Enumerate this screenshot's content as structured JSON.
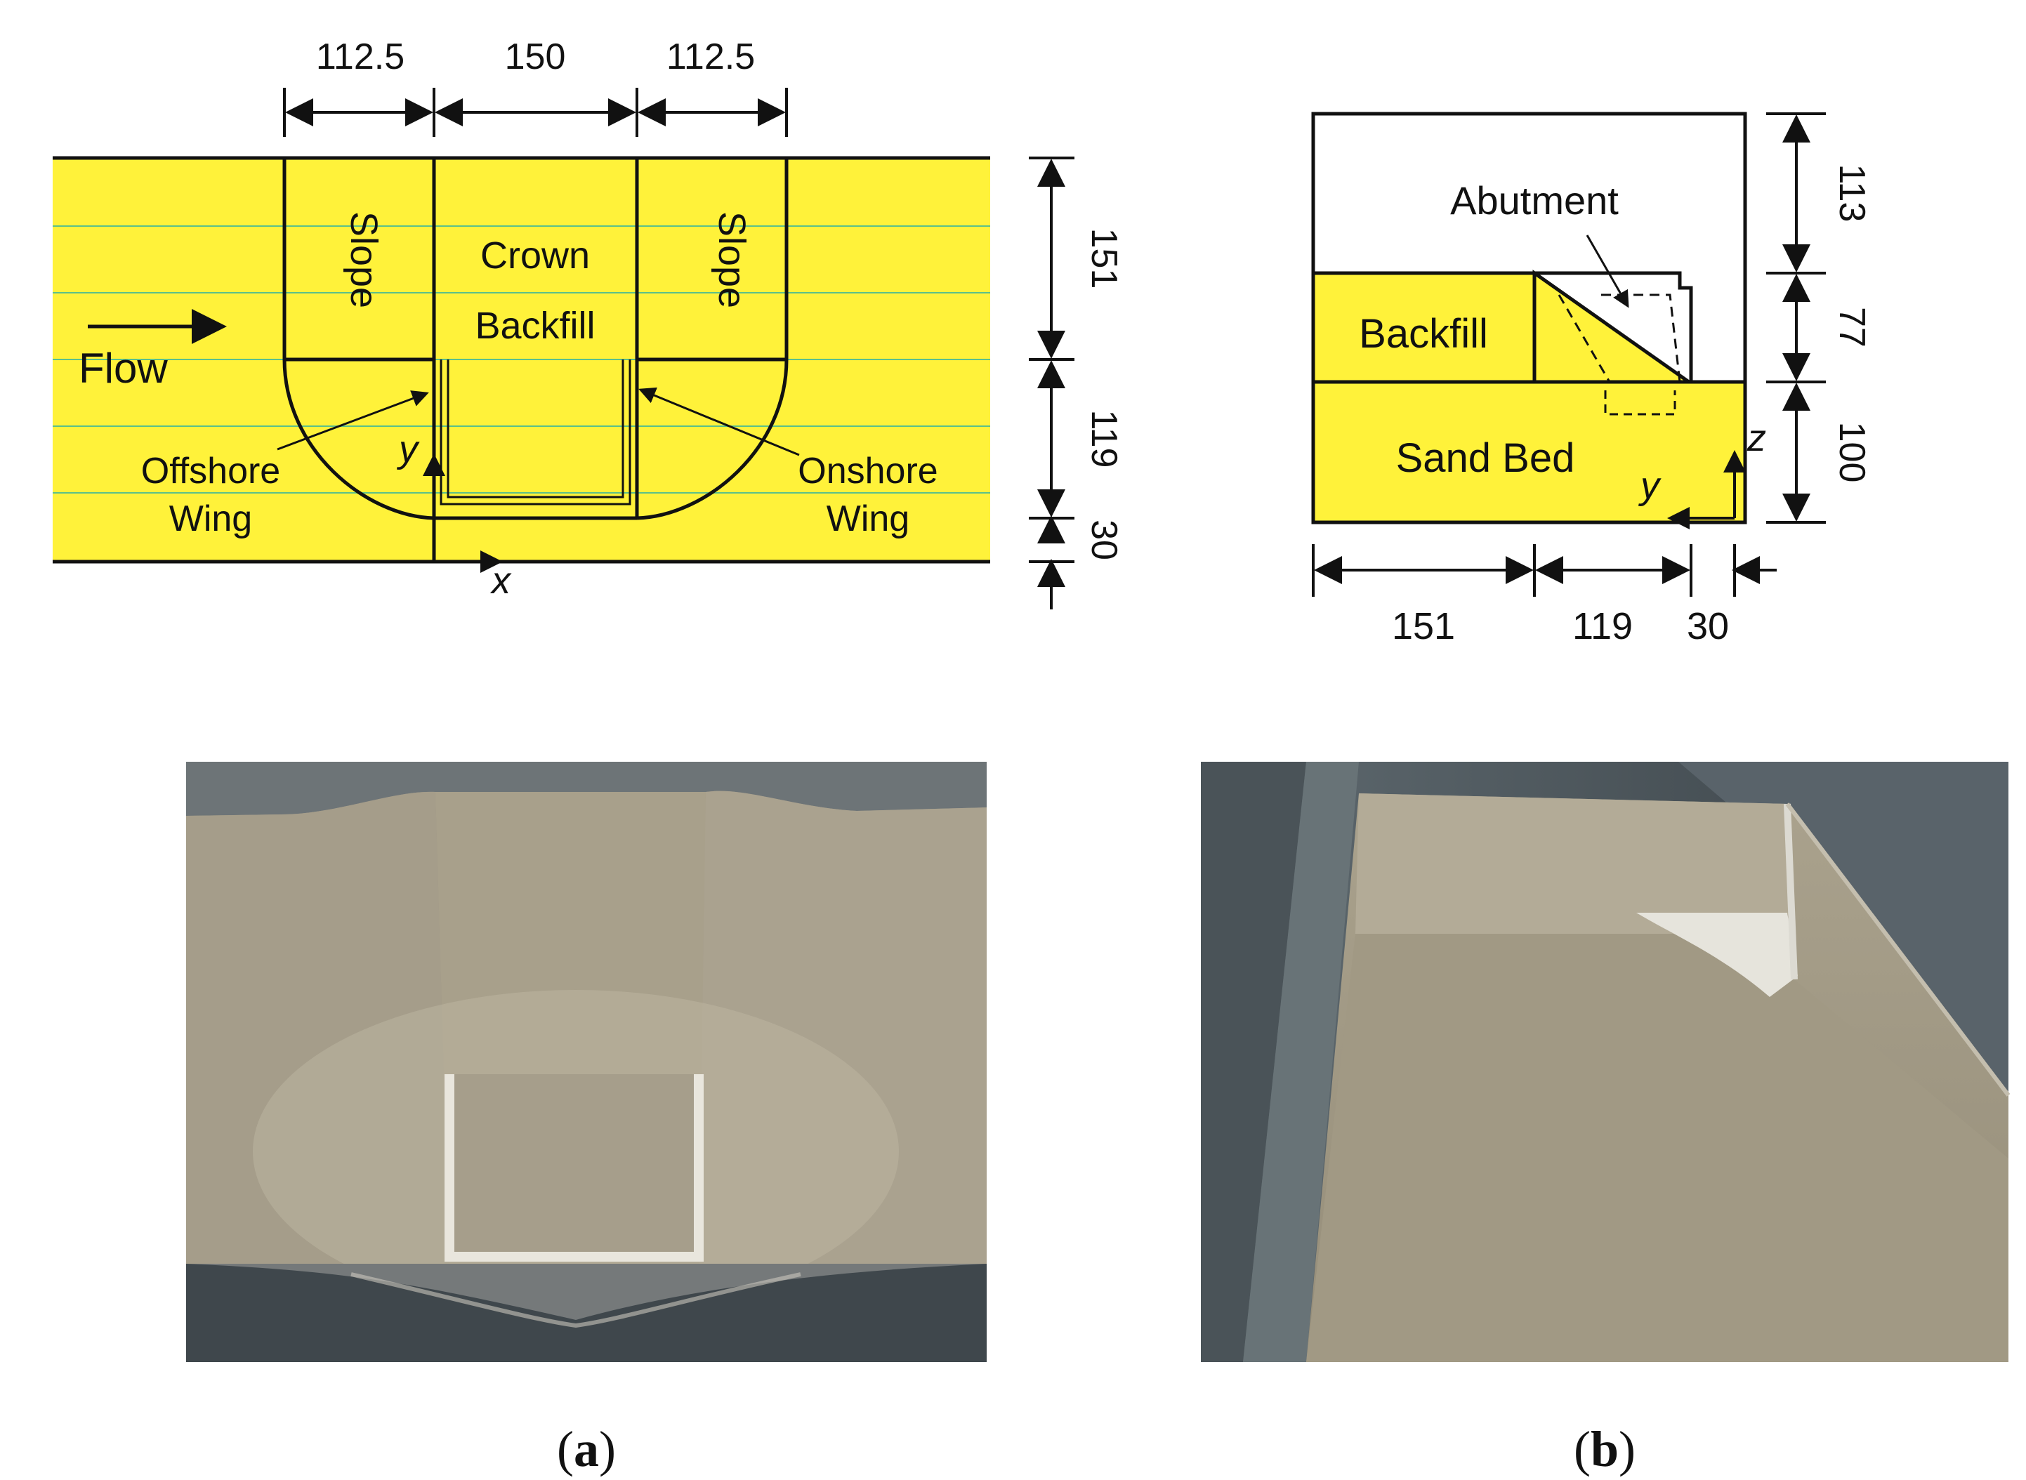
{
  "panel_a": {
    "dims_top": [
      "112.5",
      "150",
      "112.5"
    ],
    "dims_right": [
      "151",
      "119",
      "30"
    ],
    "label_slope_left": "Slope",
    "label_crown": "Crown",
    "label_backfill": "Backfill",
    "label_slope_right": "Slope",
    "label_flow": "Flow",
    "label_offshore_1": "Offshore",
    "label_offshore_2": "Wing",
    "label_onshore_1": "Onshore",
    "label_onshore_2": "Wing",
    "axis_y": "y",
    "axis_x": "x",
    "caption_open": "(",
    "caption_letter": "a",
    "caption_close": ")"
  },
  "panel_b": {
    "dims_right": [
      "113",
      "77",
      "100"
    ],
    "dims_bottom": [
      "151",
      "119",
      "30"
    ],
    "label_abutment": "Abutment",
    "label_backfill": "Backfill",
    "label_sandbed": "Sand Bed",
    "axis_z": "z",
    "axis_y": "y",
    "caption_open": "(",
    "caption_letter": "b",
    "caption_close": ")"
  },
  "colors": {
    "sand_yellow": "#fff23a",
    "channel_line": "#5cc08a",
    "line": "#111111"
  }
}
